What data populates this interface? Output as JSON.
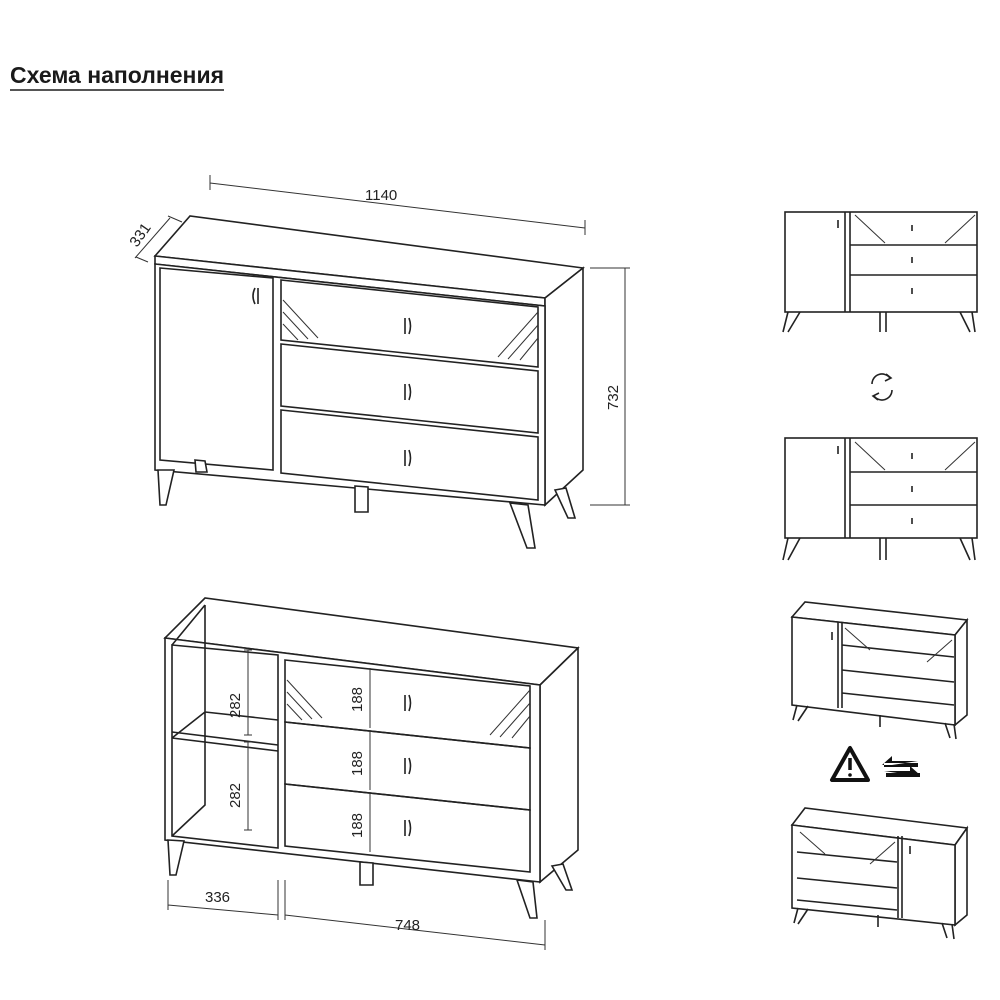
{
  "title": "Схема наполнения",
  "dimensions": {
    "width": "1140",
    "depth": "331",
    "height": "732",
    "shelf_upper": "282",
    "shelf_lower": "282",
    "drawer_1": "188",
    "drawer_2": "188",
    "drawer_3": "188",
    "open_section_width": "336",
    "drawer_section_width": "748"
  },
  "icons": [
    "rotate-icon",
    "warning-icon",
    "swap-arrows-icon"
  ]
}
